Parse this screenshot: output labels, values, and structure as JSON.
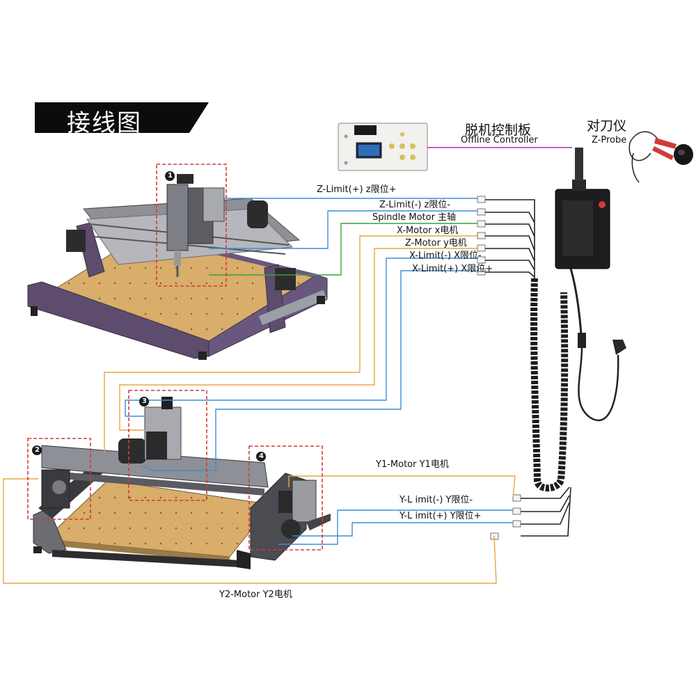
{
  "title": "接线图",
  "offline_controller": {
    "cn": "脱机控制板",
    "en": "Offline Controller"
  },
  "z_probe": {
    "cn": "对刀仪",
    "en": "Z-Probe"
  },
  "badges": [
    "1",
    "2",
    "3",
    "4"
  ],
  "wire_labels": {
    "z_limit_plus": "Z-Limit(+)  z限位+",
    "z_limit_minus": "Z-Limit(-)  z限位-",
    "spindle": "Spindle Motor 主轴",
    "x_motor": "X-Motor  x电机",
    "z_motor": "Z-Motor  y电机",
    "x_limit_minus": "X-Limit(-) X限位-",
    "x_limit_plus": "X-Limit(+) X限位+",
    "y1_motor": "Y1-Motor   Y1电机",
    "yl_minus": "Y-L imit(-)      Y限位-",
    "yl_plus": "Y-L imit(+)      Y限位+",
    "y2_motor": "Y2-Motor      Y2电机"
  },
  "colors": {
    "blue": "#3a8fd6",
    "green": "#3aa13a",
    "orange": "#e8a545",
    "magenta": "#c546c5",
    "purple_frame": "#5d4c6d",
    "wood": "#d9ad6a",
    "badge_red": "#d23b3b"
  },
  "icons": [
    "power-plug-icon",
    "alligator-clip-icon",
    "emergency-stop-icon"
  ]
}
